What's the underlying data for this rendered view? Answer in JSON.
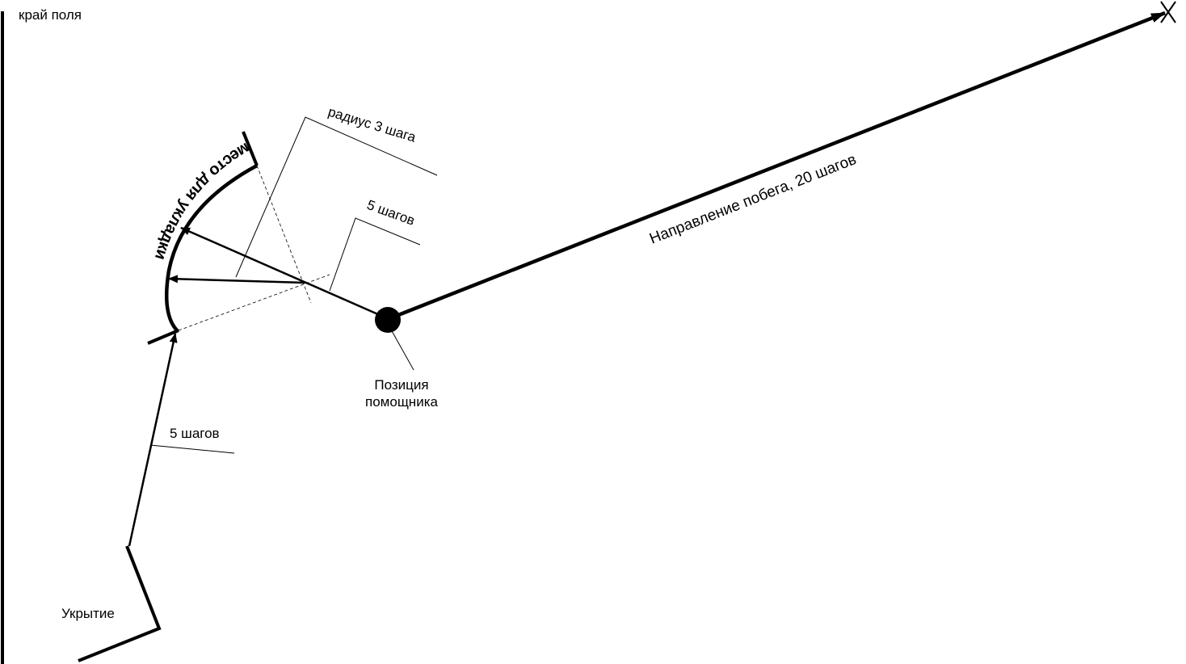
{
  "labels": {
    "field_edge": "край поля",
    "radius": "радиус 3 шага",
    "five_steps_upper": "5 шагов",
    "five_steps_lower": "5 шагов",
    "escape_direction": "Направление побега, 20 шагов",
    "helper_position_line1": "Позиция",
    "helper_position_line2": "помощника",
    "cover": "Укрытие",
    "laying_place": "место для укладки"
  },
  "colors": {
    "ink": "#000000",
    "background": "#ffffff"
  },
  "icons": {
    "target": "x-mark-icon",
    "helper": "filled-circle-icon"
  }
}
